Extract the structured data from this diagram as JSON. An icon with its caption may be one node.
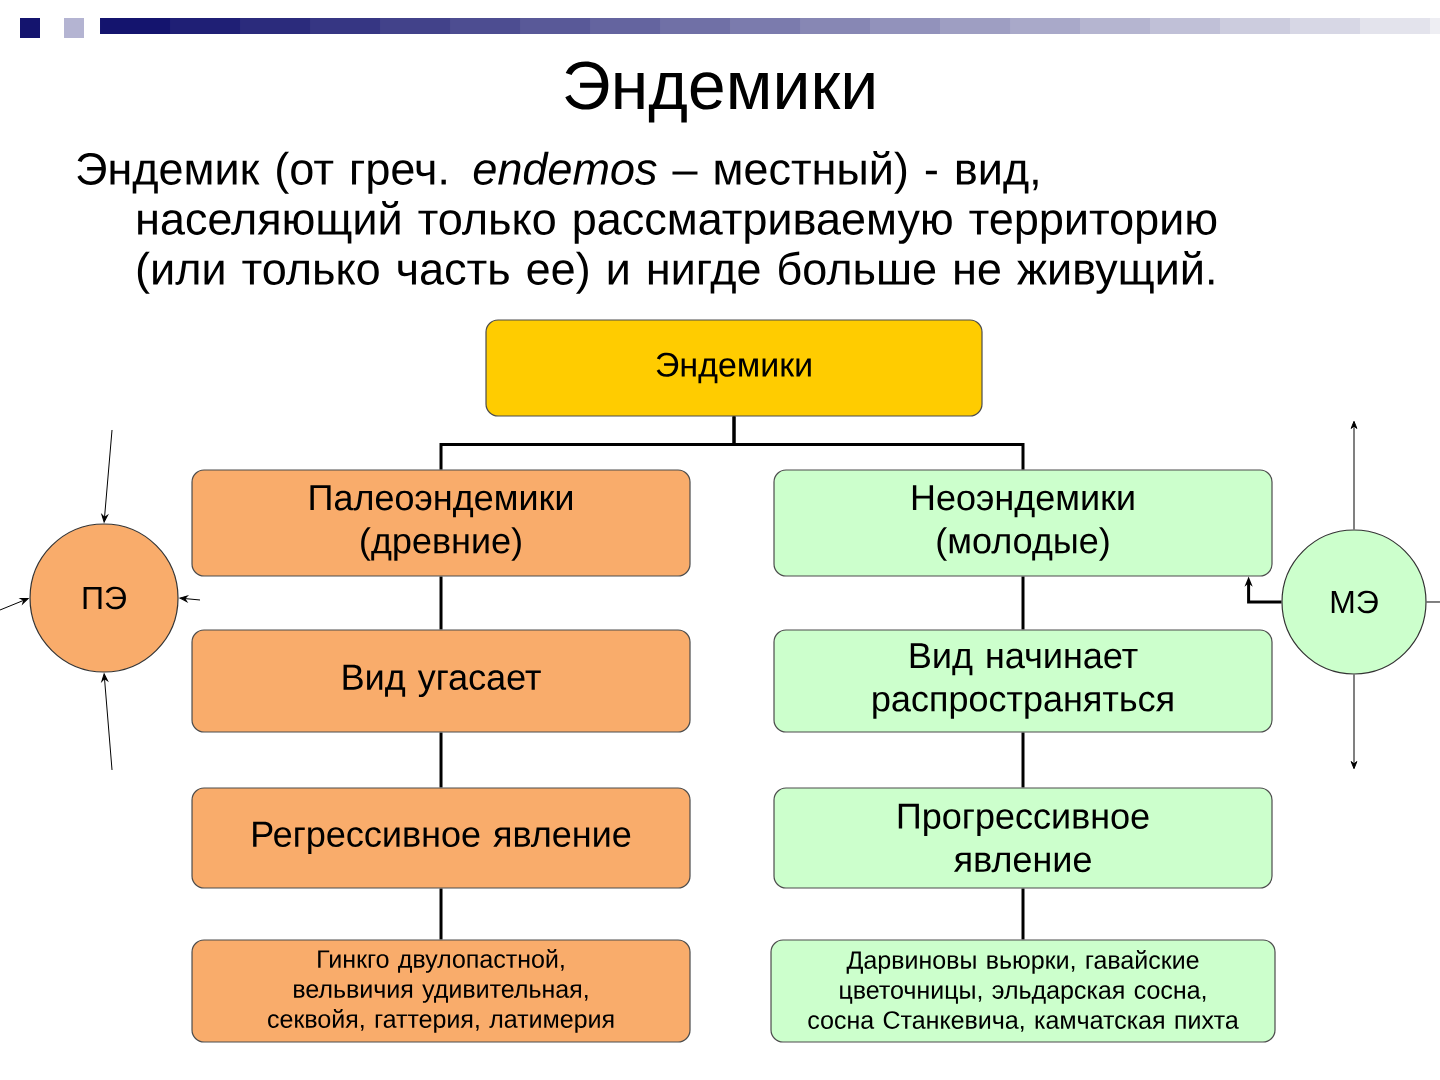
{
  "diagram": {
    "title": "Эндемики",
    "nodes": [
      {
        "text": [
          "Эндемики"
        ]
      },
      {
        "text": [
          "Палеоэндемики (древние)"
        ]
      },
      {
        "text": [
          "Неоэндемики (молодые)"
        ]
      },
      {
        "text": [
          "Вид угасает"
        ]
      },
      {
        "text": [
          "Вид начинает распространяться"
        ]
      },
      {
        "text": [
          "Регрессивное явление"
        ]
      },
      {
        "text": [
          "Прогрессивное явление"
        ]
      },
      {
        "text": [
          "Гинкго двулопастной, вельвичия удивительная, секвойя, гаттерия, латимерия"
        ]
      },
      {
        "text": [
          "Дарвиновы вьюрки, гавайские цветочницы, эльдарская сосна, сосна Станкевича, камчатская пихта"
        ]
      },
      {
        "text": [
          "ПЭ"
        ]
      },
      {
        "text": [
          "МЭ"
        ]
      }
    ],
    "edges": [
      {
        "from": 0,
        "to": 1,
        "arrow": "none"
      },
      {
        "from": 0,
        "to": 2,
        "arrow": "none"
      },
      {
        "from": 1,
        "to": 3,
        "arrow": "none"
      },
      {
        "from": 3,
        "to": 5,
        "arrow": "none"
      },
      {
        "from": 5,
        "to": 7,
        "arrow": "none"
      },
      {
        "from": 2,
        "to": 4,
        "arrow": "none"
      },
      {
        "from": 4,
        "to": 6,
        "arrow": "none"
      },
      {
        "from": 6,
        "to": 8,
        "arrow": "none"
      },
      {
        "from": null,
        "to": 9,
        "arrow": "to"
      },
      {
        "from": null,
        "to": 9,
        "arrow": "to"
      },
      {
        "from": null,
        "to": 9,
        "arrow": "to"
      },
      {
        "from": null,
        "to": 9,
        "arrow": "to"
      },
      {
        "from": 10,
        "to": null,
        "arrow": "to"
      },
      {
        "from": 10,
        "to": 2,
        "arrow": "to"
      },
      {
        "from": 10,
        "to": null,
        "arrow": "none"
      },
      {
        "from": 10,
        "to": null,
        "arrow": "to"
      }
    ],
    "labels": [
      "Эндемик (от греч. *endemos* – местный) - вид, населяющий только рассматриваемую территорию (или только часть ее) и нигде больше не живущий."
    ]
  }
}
